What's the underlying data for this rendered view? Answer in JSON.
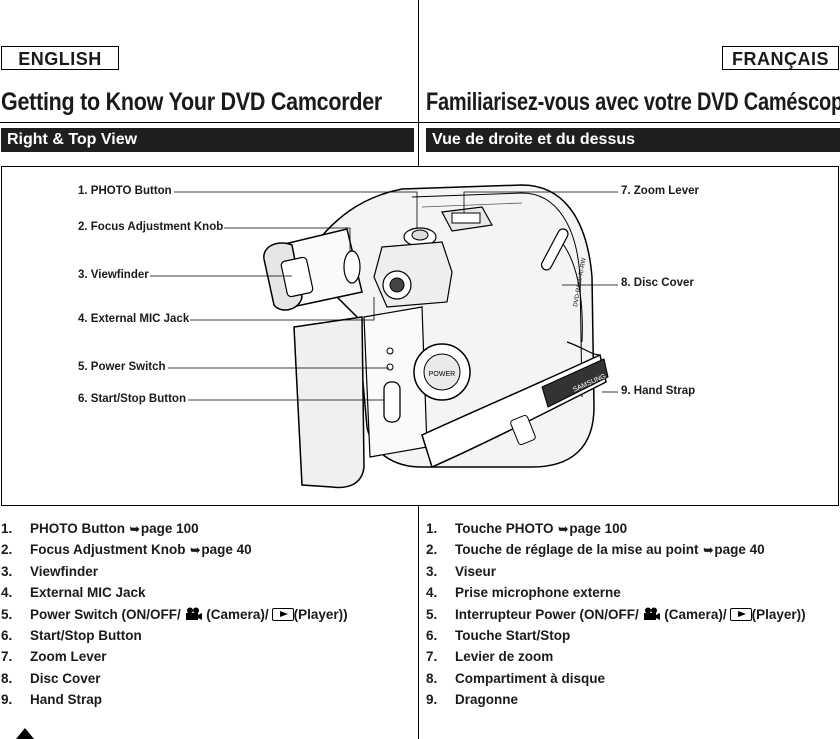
{
  "header": {
    "lang_en": "ENGLISH",
    "lang_fr": "FRANÇAIS"
  },
  "title": {
    "en": "Getting to Know Your DVD Camcorder",
    "fr": "Familiarisez-vous avec votre DVD Caméscope"
  },
  "section": {
    "en": "Right & Top View",
    "fr": "Vue de droite et du dessus"
  },
  "figure": {
    "callouts": [
      "1. PHOTO Button",
      "2. Focus Adjustment Knob",
      "3. Viewfinder",
      "4. External MIC Jack",
      "5. Power Switch",
      "6. Start/Stop Button",
      "7. Zoom Lever",
      "8. Disc Cover",
      "9. Hand Strap"
    ],
    "body_text_power": "POWER",
    "body_text_brand": "SAMSUNG",
    "body_text_disc": "DVD-RAM/-R/-RW"
  },
  "list_en": [
    {
      "num": "1.",
      "text": "PHOTO Button",
      "ref": "page 100"
    },
    {
      "num": "2.",
      "text": "Focus Adjustment Knob",
      "ref": "page 40"
    },
    {
      "num": "3.",
      "text": "Viewfinder"
    },
    {
      "num": "4.",
      "text": "External MIC Jack"
    },
    {
      "num": "5.",
      "pre": "Power Switch (ON/OFF/",
      "mid": "(Camera)/",
      "post": "(Player))"
    },
    {
      "num": "6.",
      "text": "Start/Stop Button"
    },
    {
      "num": "7.",
      "text": "Zoom Lever"
    },
    {
      "num": "8.",
      "text": "Disc Cover"
    },
    {
      "num": "9.",
      "text": "Hand Strap"
    }
  ],
  "list_fr": [
    {
      "num": "1.",
      "text": "Touche PHOTO",
      "ref": "page 100"
    },
    {
      "num": "2.",
      "text": "Touche de réglage de la mise au point",
      "ref": "page 40"
    },
    {
      "num": "3.",
      "text": "Viseur"
    },
    {
      "num": "4.",
      "text": "Prise microphone externe"
    },
    {
      "num": "5.",
      "pre": "Interrupteur Power (ON/OFF/",
      "mid": "(Camera)/",
      "post": "(Player))"
    },
    {
      "num": "6.",
      "text": "Touche Start/Stop"
    },
    {
      "num": "7.",
      "text": "Levier de zoom"
    },
    {
      "num": "8.",
      "text": "Compartiment à disque"
    },
    {
      "num": "9.",
      "text": "Dragonne"
    }
  ],
  "ref_arrow": "➥"
}
